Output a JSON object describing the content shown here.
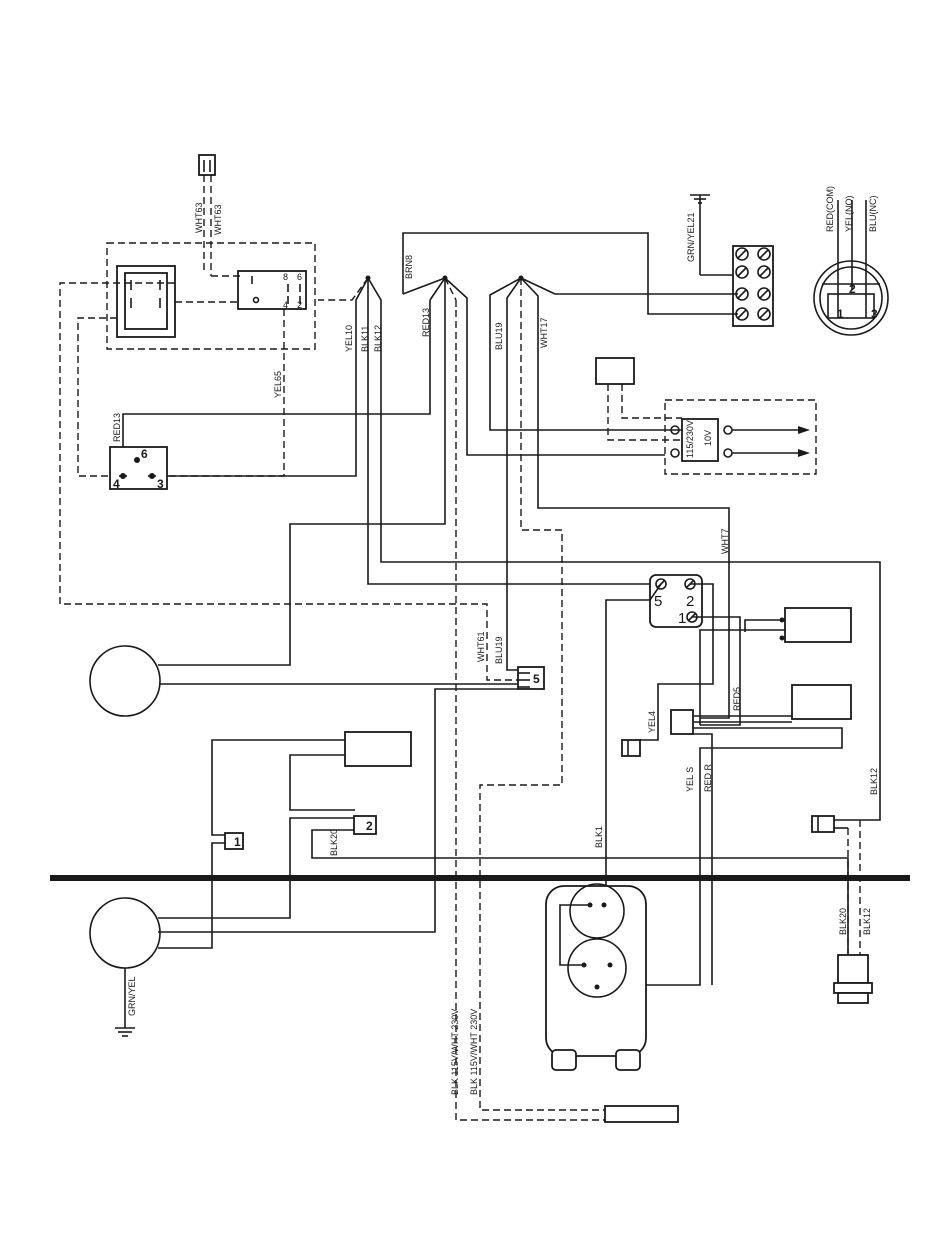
{
  "labels": {
    "wht63_a": "WHT63",
    "wht63_b": "WHT63",
    "grn_yel21": "GRN/YEL21",
    "red_com": "RED(COM)",
    "yel_no": "YEL(NO)",
    "blu_nc": "BLU(NC)",
    "brn8": "BRN8",
    "red13_top": "RED13",
    "yel10": "YEL10",
    "blk11": "BLK11",
    "blk12_top": "BLK12",
    "blu19_top": "BLU19",
    "wht17": "WHT17",
    "yel65": "YEL65",
    "red13_left": "RED13",
    "wht7": "WHT7",
    "wht61": "WHT61",
    "blu19_mid": "BLU19",
    "yel4": "YEL4",
    "red5": "RED5",
    "yel_s": "YEL  S",
    "red_r": "RED  R",
    "blk12_right": "BLK12",
    "blk1": "BLK1",
    "blk20_left": "BLK20",
    "grn_yel": "GRN/YEL",
    "blk20_bottom": "BLK20",
    "blk12_bottom": "BLK12",
    "blk115_a": "BLK 115V/WHT 230V",
    "blk115_b": "BLK 115V/WHT 230V",
    "transformer_115": "115/230V",
    "transformer_10": "10V"
  },
  "terminals": {
    "relay_6": "6",
    "relay_4": "4",
    "relay_3": "3",
    "switch_8": "8",
    "switch_6": "6",
    "switch_4": "4",
    "switch_2": "2",
    "thermo_5": "5",
    "thermo_2": "2",
    "thermo_1": "1",
    "conn_5": "5",
    "conn_2": "2",
    "conn_1": "1",
    "pressure_1": "1",
    "pressure_2": "2",
    "pressure_3": "3"
  }
}
